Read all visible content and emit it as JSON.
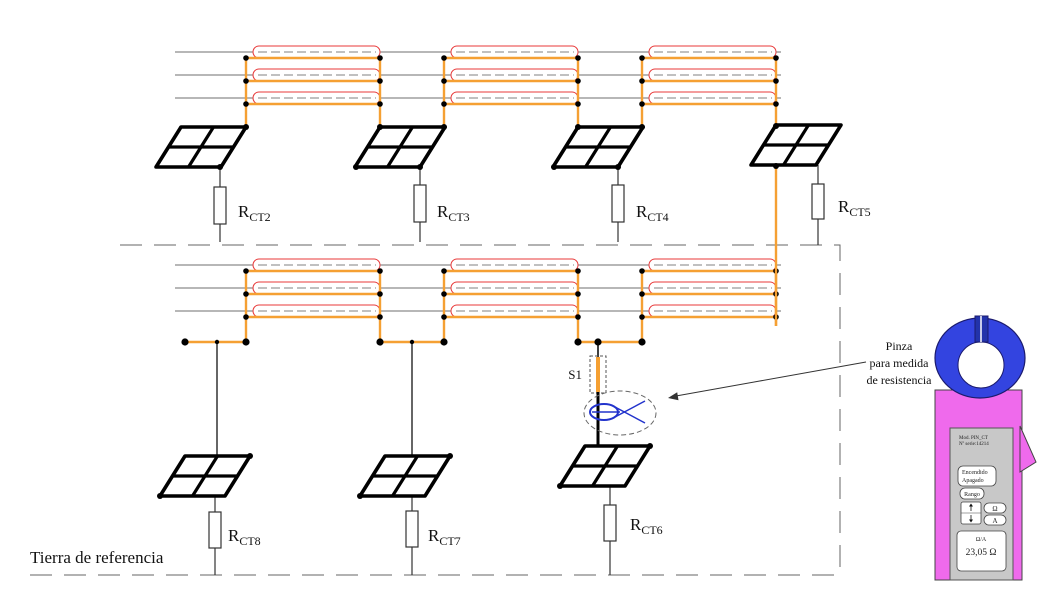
{
  "diagram": {
    "resistors": [
      {
        "main": "R",
        "sub": "CT2"
      },
      {
        "main": "R",
        "sub": "CT3"
      },
      {
        "main": "R",
        "sub": "CT4"
      },
      {
        "main": "R",
        "sub": "CT5"
      },
      {
        "main": "R",
        "sub": "CT8"
      },
      {
        "main": "R",
        "sub": "CT7"
      },
      {
        "main": "R",
        "sub": "CT6"
      }
    ],
    "switch_label": "S1",
    "clamp_callout": {
      "line1": "Pinza",
      "line2": "para medida",
      "line3": "de resistencia"
    },
    "ground_label": "Tierra de referencia"
  },
  "meter": {
    "model": "Mod. PIN_CT",
    "serial": "Nº serie:14214",
    "power_button": {
      "line1": "Encendido",
      "line2": "Apagado"
    },
    "range_button": "Rango",
    "scroll_icons": [
      "up-arrow-icon",
      "down-arrow-icon"
    ],
    "ohm_button": "Ω",
    "amp_button": "A",
    "display_mode": "Ω/A",
    "display_value": "23,05 Ω"
  },
  "colors": {
    "string_wiring": "#f5a033",
    "module_loop": "#e83a3a",
    "earth_conductor": "#000000",
    "clamp_symbol": "#2233cc",
    "meter_jaw": "#3344e0",
    "meter_jaw_tip": "#2233aa",
    "meter_body": "#ef6aec",
    "meter_panel": "#c8c8c8"
  }
}
